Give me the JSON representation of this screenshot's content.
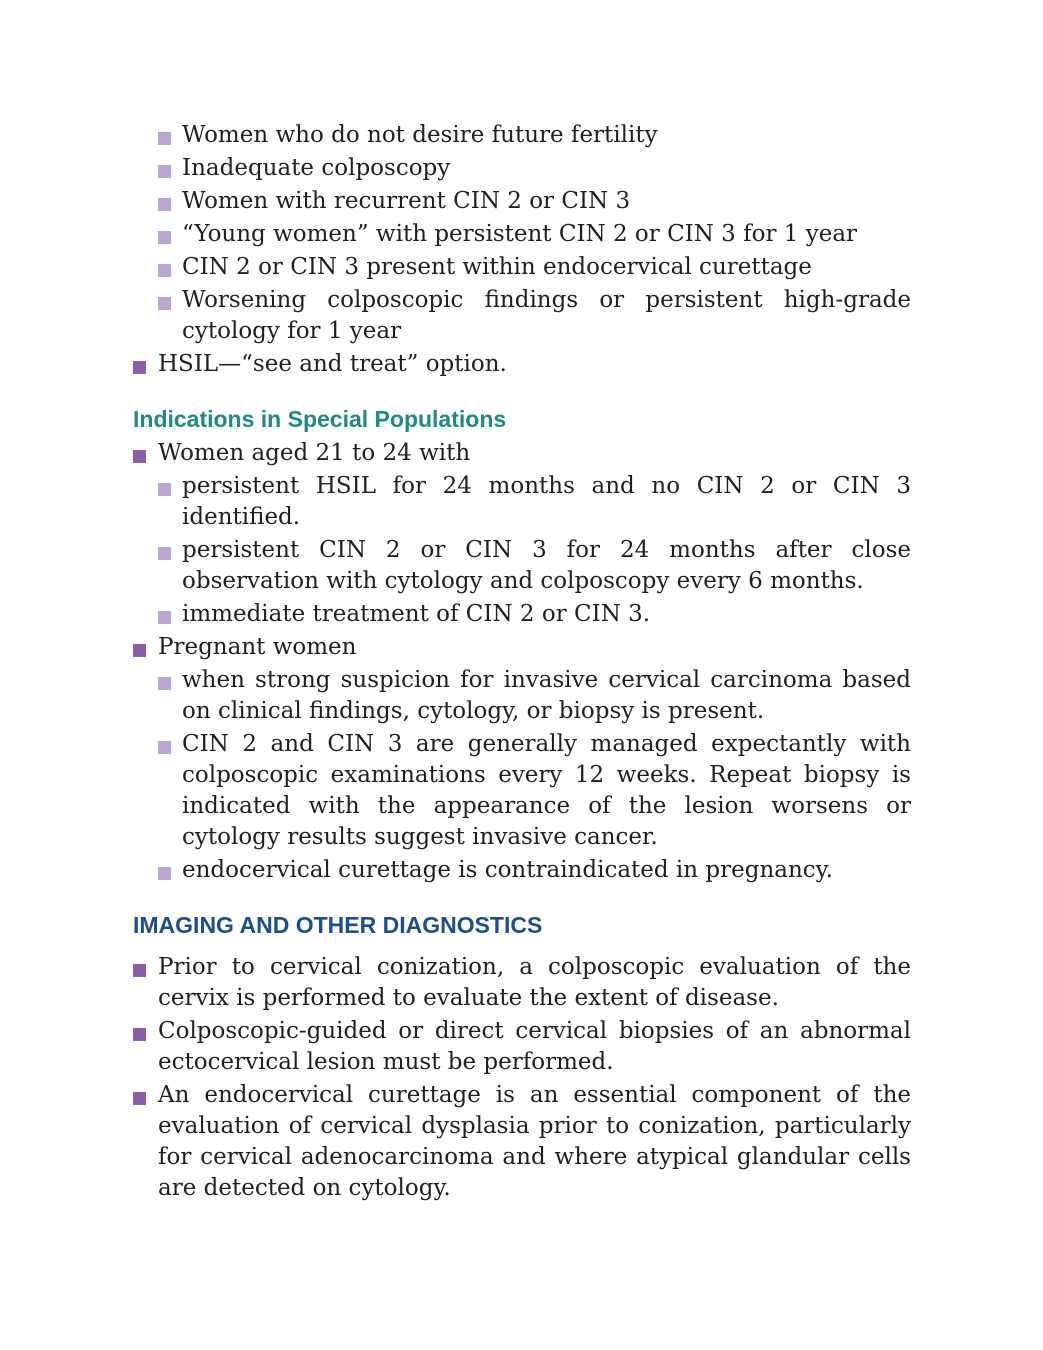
{
  "section1": {
    "items": [
      "Women who do not desire future fertility",
      "Inadequate colposcopy",
      "Women with recurrent CIN 2 or CIN 3",
      "“Young women” with persistent CIN 2 or CIN 3 for 1 year",
      "CIN 2 or CIN 3 present within endocervical curettage",
      "Worsening colposcopic findings or persistent high-grade cytology for 1 year"
    ],
    "hsil": "HSIL—“see and treat” option."
  },
  "special": {
    "heading": "Indications in Special Populations",
    "women21": {
      "label": "Women aged 21 to 24 with",
      "subs": [
        "persistent HSIL for 24 months and no CIN 2 or CIN 3 identified.",
        "persistent CIN 2 or CIN 3 for 24 months after close observation with cytology and colposcopy every 6 months.",
        "immediate treatment of CIN 2 or CIN 3."
      ]
    },
    "pregnant": {
      "label": "Pregnant women",
      "subs": [
        "when strong suspicion for invasive cervical carcinoma based on clinical findings, cytology, or biopsy is present.",
        "CIN 2 and CIN 3 are generally managed expectantly with colposcopic examinations every 12 weeks. Repeat biopsy is indicated with the appearance of the lesion worsens or cytology results suggest invasive cancer.",
        "endocervical curettage is contraindicated in pregnancy."
      ]
    }
  },
  "imaging": {
    "heading": "IMAGING AND OTHER DIAGNOSTICS",
    "items": [
      "Prior to cervical conization, a colposcopic evaluation of the cervix is performed to evaluate the extent of disease.",
      "Colposcopic-guided or direct cervical biopsies of an abnormal ectocervical lesion must be performed.",
      "An endocervical curettage is an essential component of the evaluation of cervical dysplasia prior to conization, particularly for cervical adenocarcinoma and where atypical glandular cells are detected on cytology."
    ]
  },
  "colors": {
    "teal_heading": "#1f8b80",
    "navy_heading": "#1e4d8f",
    "bullet_primary": "#8b5fa8",
    "bullet_secondary": "#bda5d3"
  },
  "icons": {
    "bullet_primary": "square-bullet-icon",
    "bullet_secondary": "light-square-bullet-icon"
  }
}
